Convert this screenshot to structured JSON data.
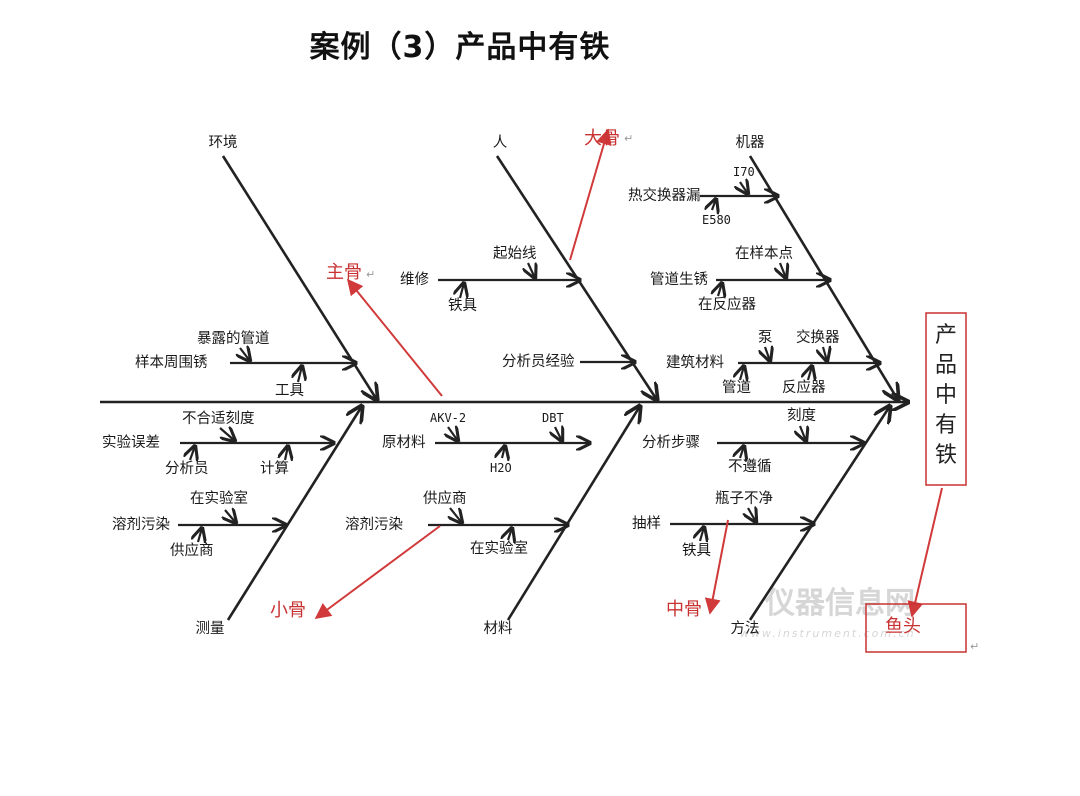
{
  "title": "案例（3）产品中有铁",
  "head": "产品中有铁",
  "annotations": {
    "main_bone": "主骨",
    "big_bone": "大骨",
    "mid_bone": "中骨",
    "small_bone": "小骨",
    "fish_head": "鱼头"
  },
  "categories": {
    "env": "环境",
    "people": "人",
    "machine": "机器",
    "measure": "测量",
    "material": "材料",
    "method": "方法"
  },
  "causes": {
    "env_upper1": "暴露的管道",
    "env_upper1b": "样本周围锈",
    "env_tool": "工具",
    "env_lower1": "不合适刻度",
    "env_lower1b": "实验误差",
    "env_analyst": "分析员",
    "env_calc": "计算",
    "env_lab": "在实验室",
    "env_solvent": "溶剂污染",
    "env_supplier": "供应商",
    "people_start": "起始线",
    "people_repair": "维修",
    "people_iron": "铁具",
    "people_exp": "分析员经验",
    "mat_akv": "AKV-2",
    "mat_dbt": "DBT",
    "mat_raw": "原材料",
    "mat_h2o": "H2O",
    "mat_supplier": "供应商",
    "mat_solvent": "溶剂污染",
    "mat_lab": "在实验室",
    "mach_i70": "I70",
    "mach_hx": "热交换器漏",
    "mach_e580": "E580",
    "mach_sample": "在样本点",
    "mach_pipe": "管道生锈",
    "mach_reactor": "在反应器",
    "mach_pump": "泵",
    "mach_exchanger": "交换器",
    "mach_build": "建筑材料",
    "mach_pipe2": "管道",
    "mach_reactor2": "反应器",
    "meth_scale": "刻度",
    "meth_steps": "分析步骤",
    "meth_notfollow": "不遵循",
    "meth_dirty": "瓶子不净",
    "meth_sampling": "抽样",
    "meth_iron": "铁具"
  },
  "colors": {
    "annotation": "#d03a3a",
    "line": "#222222"
  },
  "watermark": {
    "text": "仪器信息网",
    "url": "www.instrument.com.cn"
  }
}
